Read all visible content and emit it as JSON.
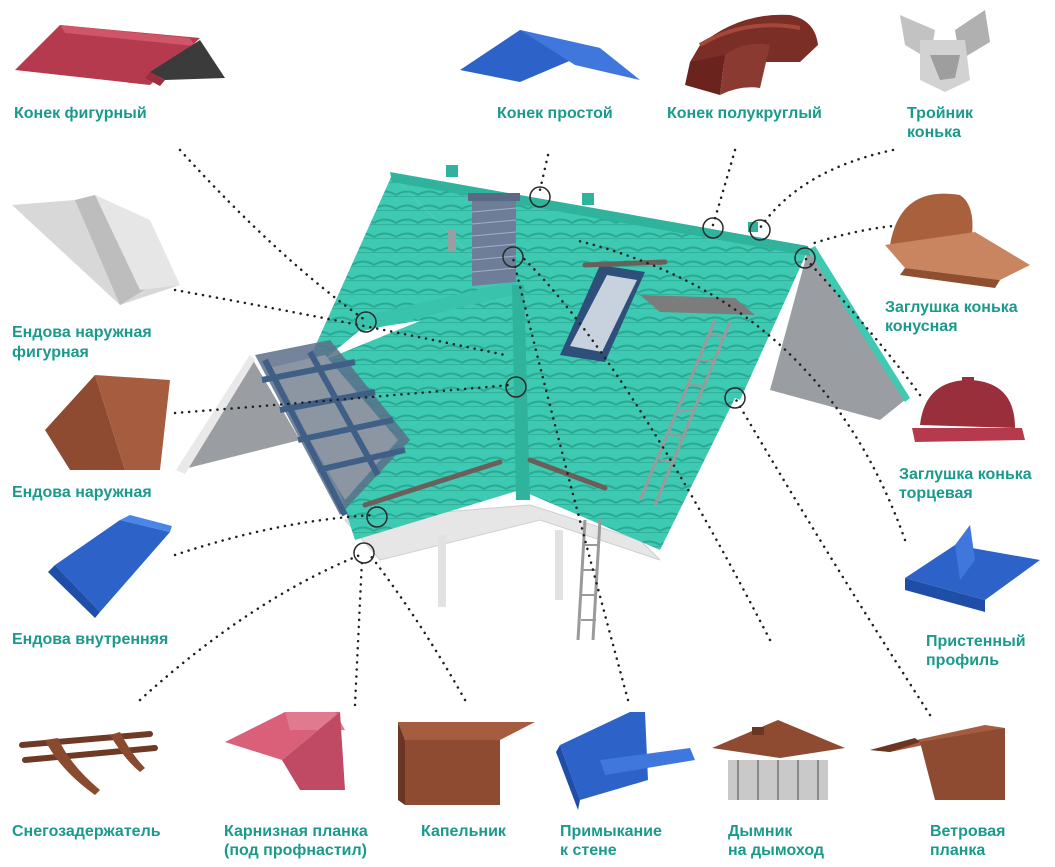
{
  "labels": {
    "konek_figurny": "Конек фигурный",
    "konek_prostoy": "Конек простой",
    "konek_polukrugly": "Конек полукруглый",
    "troynik_1": "Тройник",
    "troynik_2": "конька",
    "endova_naruzh_fig_1": "Ендова наружная",
    "endova_naruzh_fig_2": "фигурная",
    "endova_naruzh": "Ендова наружная",
    "endova_vnutr": "Ендова внутренняя",
    "zaglushka_kon_1": "Заглушка конька",
    "zaglushka_kon_2": "конусная",
    "zaglushka_tor_1": "Заглушка конька",
    "zaglushka_tor_2": "торцевая",
    "pristenny_1": "Пристенный",
    "pristenny_2": "профиль",
    "snegozad": "Снегозадержатель",
    "karniz_1": "Карнизная планка",
    "karniz_2": "(под профнастил)",
    "kapelnik": "Капельник",
    "primykanie_1": "Примыкание",
    "primykanie_2": "к стене",
    "dymnik_1": "Дымник",
    "dymnik_2": "на дымоход",
    "vetrovaya_1": "Ветровая",
    "vetrovaya_2": "планка"
  },
  "colors": {
    "label": "#1a9a8c",
    "roof": "#3ec9b2",
    "roof_dark": "#2aa994",
    "red": "#b53a4d",
    "blue": "#2d63c9",
    "brown": "#8f4a32",
    "pink": "#d96078",
    "grey": "#c9c9c9"
  }
}
